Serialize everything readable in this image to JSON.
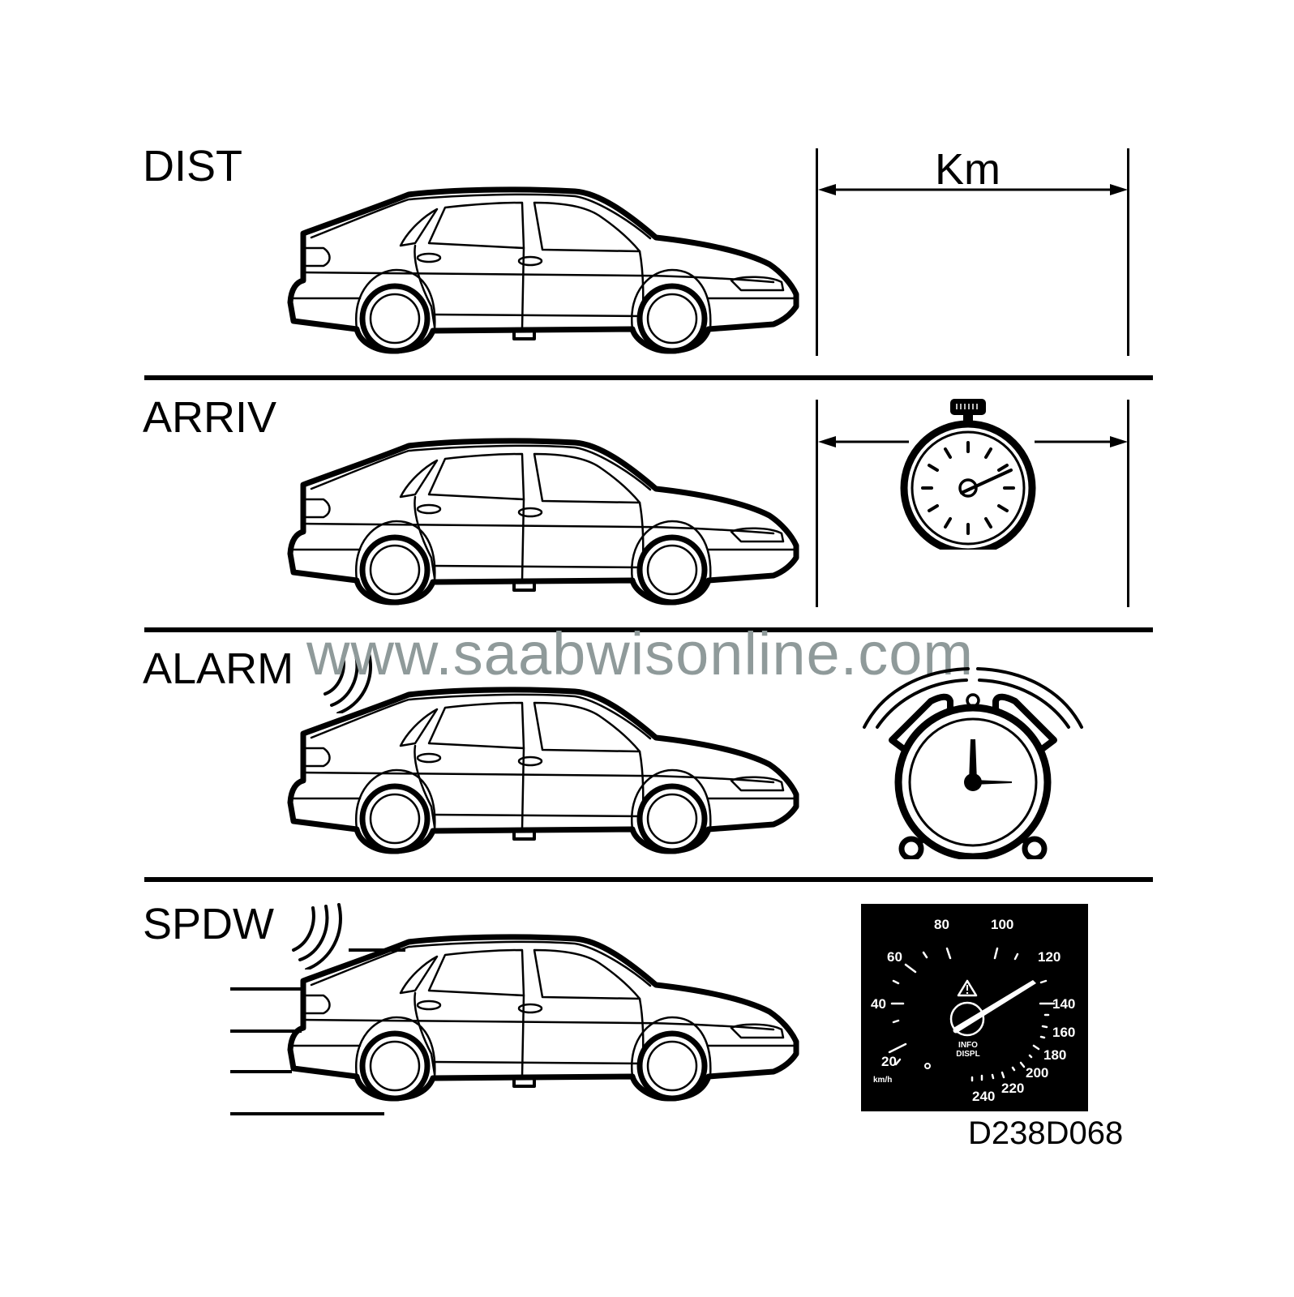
{
  "sections": [
    {
      "label": "DIST"
    },
    {
      "label": "ARRIV"
    },
    {
      "label": "ALARM"
    },
    {
      "label": "SPDW"
    }
  ],
  "dist": {
    "unit_label": "Km"
  },
  "watermark": "www.saabwisonline.com",
  "speedometer": {
    "tick_labels": [
      "20",
      "40",
      "60",
      "80",
      "100",
      "120",
      "140",
      "160",
      "180",
      "200",
      "220",
      "240"
    ],
    "unit": "km/h",
    "info_line1": "INFO",
    "info_line2": "DISPL",
    "needle_value": "120",
    "warning_icon": "warning-triangle-icon"
  },
  "figure_id": "D238D068",
  "icons": {
    "stopwatch": "stopwatch-icon",
    "alarm_clock": "alarm-clock-icon",
    "sound_waves": "sound-waves-icon",
    "car": "car-side-icon"
  },
  "colors": {
    "ink": "#000000",
    "background": "#ffffff",
    "watermark": "#8f9a9a",
    "gauge_bg": "#000000",
    "gauge_fg": "#ffffff"
  }
}
